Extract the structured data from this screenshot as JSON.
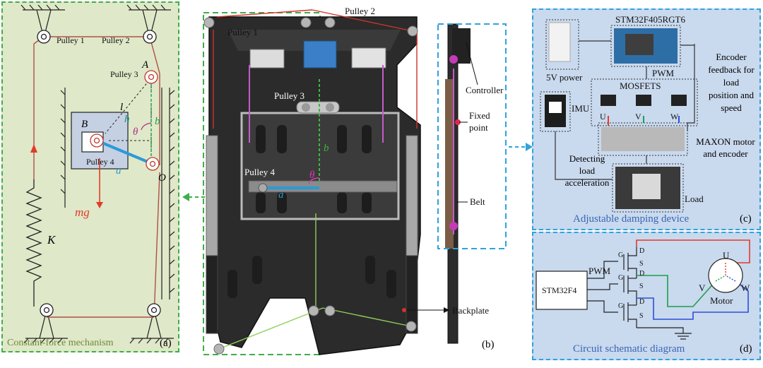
{
  "panel_a": {
    "caption": "Constant-force mechanism",
    "letter": "(a)",
    "pulleys": {
      "p1": "Pulley 1",
      "p2": "Pulley 2",
      "p3": "Pulley 3",
      "p4": "Pulley 4"
    },
    "symbols": {
      "A": "A",
      "B": "B",
      "O": "O",
      "l": "l",
      "h": "h",
      "b": "b",
      "theta": "θ",
      "a": "a",
      "mg": "mg",
      "K": "K"
    },
    "colors": {
      "bg": "#dfe8c8",
      "border": "#3fae49",
      "rope": "#b0504a"
    }
  },
  "panel_b": {
    "letter": "(b)",
    "labels": {
      "pulley1": "Pulley 1",
      "pulley2": "Pulley 2",
      "pulley3": "Pulley 3",
      "pulley4": "Pulley 4",
      "controller": "Controller",
      "fixed_point": "Fixed point",
      "belt": "Belt",
      "backplate": "Backplate"
    },
    "symbols": {
      "b": "b",
      "theta": "θ",
      "a": "a"
    }
  },
  "panel_c": {
    "caption": "Adjustable damping device",
    "letter": "(c)",
    "mcu": "STM32F405RGT6",
    "power": "5V power",
    "pwm": "PWM",
    "mosfets": "MOSFETS",
    "imu": "IMU",
    "phase_u": "U",
    "phase_v": "V",
    "phase_w": "W",
    "encoder_feedback": [
      "Encoder",
      "feedback for",
      "load",
      "position and",
      "speed"
    ],
    "motor": [
      "MAXON motor",
      "and encoder"
    ],
    "detecting": [
      "Detecting",
      "load",
      "acceleration"
    ],
    "load": "Load",
    "colors": {
      "bg": "#c9d9ee",
      "border": "#2ea3dd"
    }
  },
  "panel_d": {
    "caption": "Circuit schematic diagram",
    "letter": "(d)",
    "mcu": "STM32F4",
    "pwm": "PWM",
    "motor": "Motor",
    "phase_u": "U",
    "phase_v": "V",
    "phase_w": "W",
    "gates": [
      "G",
      "G",
      "G"
    ],
    "drains": [
      "D",
      "D",
      "D"
    ],
    "sources": [
      "S",
      "S",
      "S"
    ]
  }
}
